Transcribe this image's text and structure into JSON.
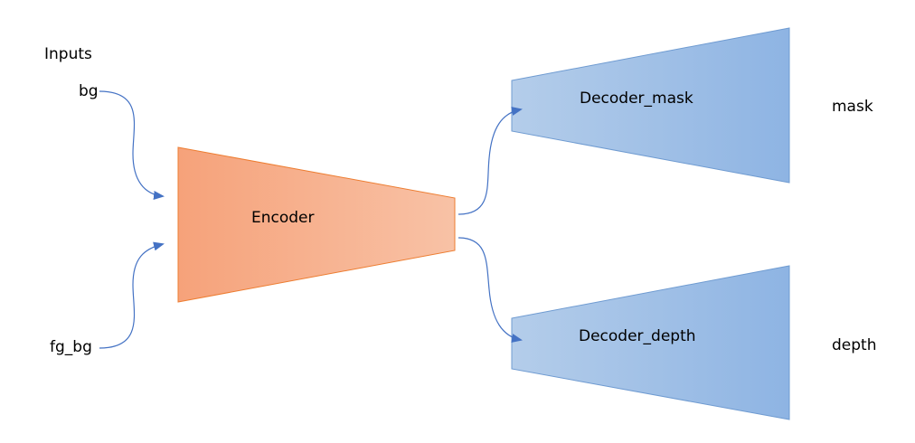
{
  "labels": {
    "inputs": "Inputs",
    "bg": "bg",
    "fg_bg": "fg_bg",
    "encoder": "Encoder",
    "decoder_mask": "Decoder_mask",
    "decoder_depth": "Decoder_depth",
    "mask": "mask",
    "depth": "depth"
  },
  "colors": {
    "encoder_fill_left": "#F6A27A",
    "encoder_fill_right": "#F8C2A6",
    "encoder_stroke": "#ED7D31",
    "decoder_fill_left": "#B4CDEA",
    "decoder_fill_right": "#8EB4E3",
    "decoder_stroke": "#6F9BD1",
    "arrow": "#4472C4"
  }
}
